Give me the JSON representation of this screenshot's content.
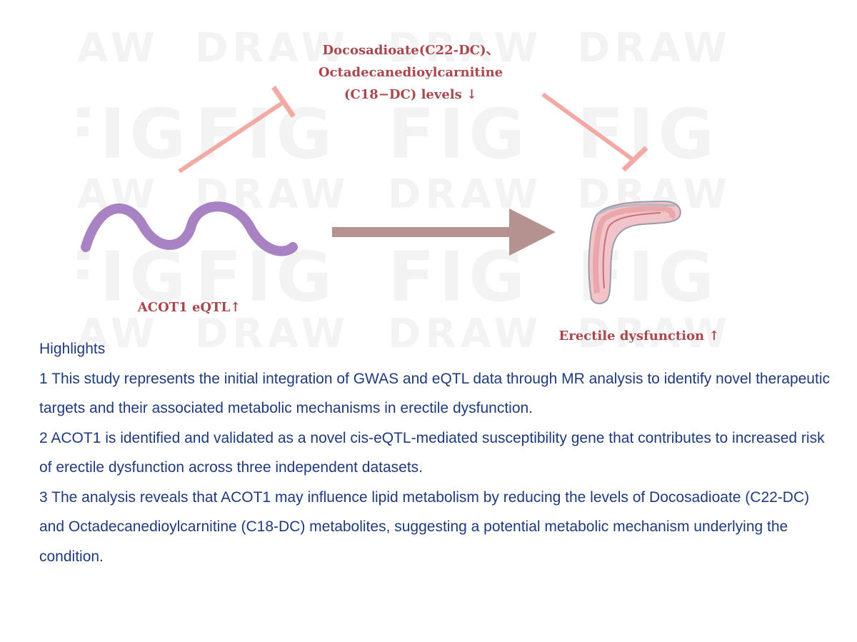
{
  "watermark": {
    "draw_text": "DRAW",
    "fig_text": "FIG",
    "fragment_text": "AW"
  },
  "diagram": {
    "metabolites_label_line1": "Docosadioate(C22-DC)、",
    "metabolites_label_line2": "Octadecanedioylcarnitine",
    "metabolites_label_line3": "(C18−DC) levels ↓",
    "gene_label": "ACOT1 eQTL↑",
    "outcome_label": "Erectile dysfunction ↑",
    "colors": {
      "inhibition_arrow": "#f2aaa4",
      "main_arrow": "#b5918f",
      "gene_wave": "#a982c4",
      "label_text": "#a8474e",
      "tissue_outline": "#9a9aa8",
      "tissue_fill": "#e9a7ac"
    },
    "icons": [
      "dna-wave-icon",
      "penis-cross-section-icon"
    ]
  },
  "highlights": {
    "title": "Highlights",
    "items": [
      "1 This study represents the initial integration of GWAS and eQTL data through MR analysis to identify novel therapeutic targets and their associated metabolic mechanisms in erectile dysfunction.",
      "2 ACOT1 is identified and validated as a novel cis-eQTL-mediated susceptibility gene that contributes to increased risk of erectile dysfunction across three independent datasets.",
      "3 The analysis reveals that ACOT1 may influence lipid metabolism by reducing the levels of Docosadioate (C22-DC) and Octadecanedioylcarnitine (C18-DC) metabolites, suggesting a potential metabolic mechanism underlying the condition."
    ],
    "color": "#1f3a7a"
  }
}
